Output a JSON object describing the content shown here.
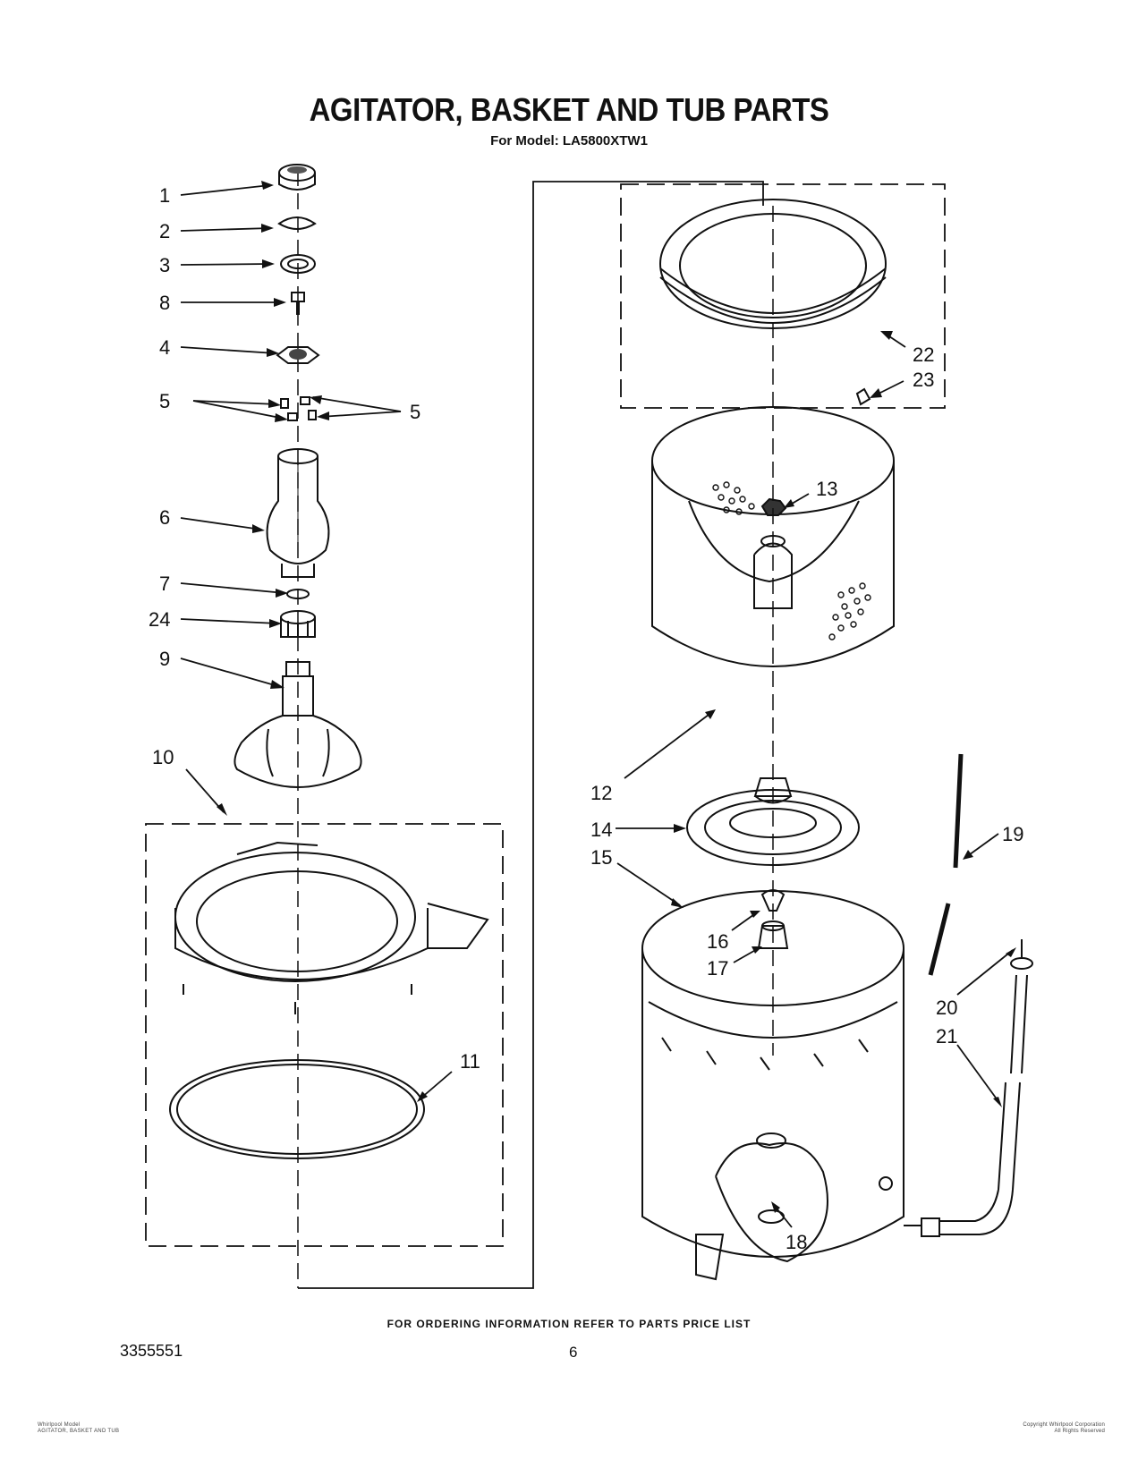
{
  "header": {
    "title": "AGITATOR, BASKET AND TUB PARTS",
    "subtitle": "For Model: LA5800XTW1"
  },
  "callouts": [
    "1",
    "2",
    "3",
    "8",
    "4",
    "5",
    "5",
    "6",
    "7",
    "24",
    "9",
    "10",
    "11",
    "22",
    "23",
    "13",
    "12",
    "14",
    "15",
    "16",
    "17",
    "19",
    "20",
    "21",
    "18"
  ],
  "footer": {
    "ordering_note": "FOR ORDERING INFORMATION REFER TO PARTS PRICE LIST",
    "document_number": "3355551",
    "page_number": "6",
    "fine_print_left": [
      "Whirlpool Model",
      "AGITATOR, BASKET AND TUB"
    ],
    "fine_print_right": [
      "Copyright Whirlpool Corporation",
      "All Rights Reserved"
    ]
  }
}
